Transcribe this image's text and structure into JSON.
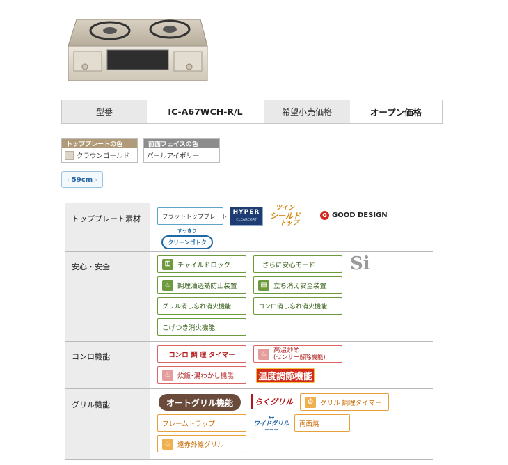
{
  "spec": {
    "model_label": "型番",
    "model_value": "IC-A67WCH-R/L",
    "price_label": "希望小売価格",
    "price_value": "オープン価格"
  },
  "colors": {
    "top_plate_label": "トッププレートの色",
    "top_plate_value": "クラウンゴールド",
    "front_face_label": "前面フェイスの色",
    "front_face_value": "パールアイボリー",
    "accent_top": "#b09a78",
    "accent_front": "#8c8c8c"
  },
  "width_badge": "59cm",
  "rows": {
    "top_plate": {
      "label": "トッププレート素材",
      "flat": "フラットトッププレート",
      "hyper_main": "HYPER",
      "hyper_sub": "CLEARCOAT",
      "twin_line1": "ツイン",
      "twin_line2": "シールド",
      "twin_line3": "トップ",
      "good_design": "GOOD DESIGN",
      "clean_top": "すっきり",
      "clean_main": "クリーンゴトク"
    },
    "safety": {
      "label": "安心・安全",
      "child_lock": "チャイルドロック",
      "safe_mode": "さらに安心モード",
      "si": "Si",
      "oil_overheat": "調理油過熱防止装置",
      "flame_out": "立ち消え安全装置",
      "grill_forget": "グリル消し忘れ消火機能",
      "stove_forget": "コンロ消し忘れ消火機能",
      "scorch": "こげつき消火機能"
    },
    "stove": {
      "label": "コンロ機能",
      "timer": "コンロ 調 理 タイマー",
      "high_temp_1": "高温炒め",
      "high_temp_2": "(センサー解除機能)",
      "rice": "炊飯･湯わかし機能",
      "temp_control": "温度調節機能"
    },
    "grill": {
      "label": "グリル機能",
      "auto_grill": "オートグリル機能",
      "raku_grill": "らくグリル",
      "grill_timer": "グリル 調理タイマー",
      "flame_trap": "フレームトラップ",
      "wide_grill": "ワイドグリル",
      "double_side": "両面焼",
      "infrared": "遠赤外線グリル"
    }
  }
}
